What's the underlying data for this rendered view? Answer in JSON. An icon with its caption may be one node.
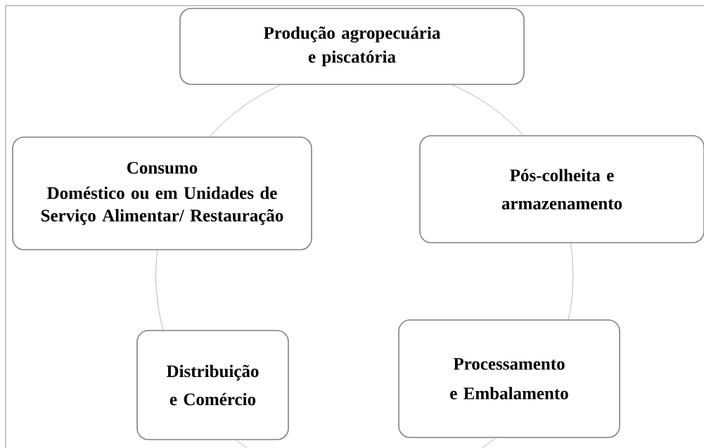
{
  "diagram": {
    "nodes": [
      {
        "text": [
          "Produção agropecuária e piscatória"
        ]
      },
      {
        "text": [
          "Pós-colheita e armazenamento"
        ]
      },
      {
        "text": [
          "Processamento e Embalamento"
        ]
      },
      {
        "text": [
          "Distribuição e Comércio"
        ]
      },
      {
        "text": [
          "Consumo",
          "Doméstico ou em Unidades de Serviço Alimentar/ Restauração"
        ]
      }
    ],
    "edges": [
      {
        "from": 0,
        "to": 1,
        "arrow": "none"
      },
      {
        "from": 1,
        "to": 2,
        "arrow": "none"
      },
      {
        "from": 2,
        "to": 3,
        "arrow": "none"
      },
      {
        "from": 3,
        "to": 4,
        "arrow": "none"
      },
      {
        "from": 4,
        "to": 0,
        "arrow": "none"
      }
    ]
  }
}
